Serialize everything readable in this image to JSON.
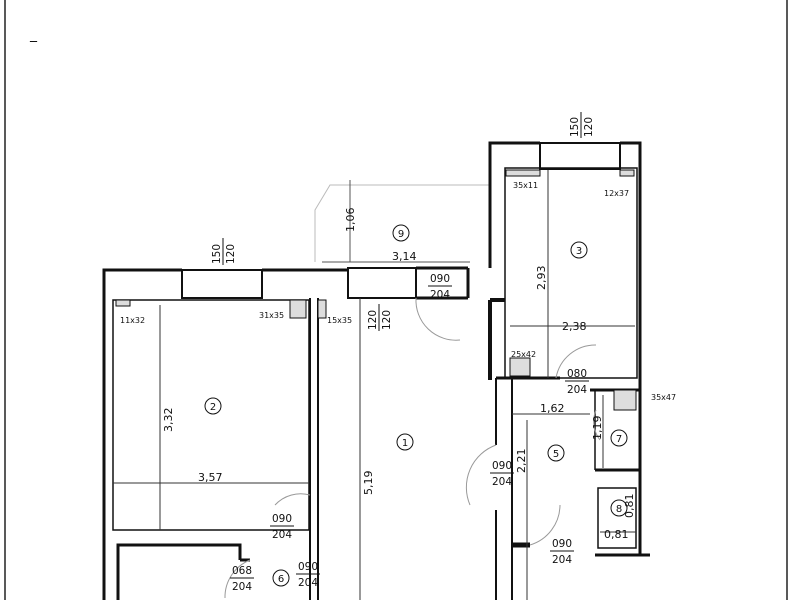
{
  "colors": {
    "wall": "#111111",
    "line": "#333333",
    "arc": "#999999",
    "background": "#ffffff"
  },
  "corner_mark": "‾",
  "rooms": {
    "r1": "1",
    "r2": "2",
    "r3": "3",
    "r5": "5",
    "r6": "6",
    "r7": "7",
    "r8": "8",
    "r9": "9"
  },
  "dimensions": {
    "d_106": "1,06",
    "d_314": "3,14",
    "d_293": "2,93",
    "d_238": "2,38",
    "d_332": "3,32",
    "d_357": "3,57",
    "d_519": "5,19",
    "d_162": "1,62",
    "d_221": "2,21",
    "d_119": "1,19",
    "d_081v": "0,81",
    "d_081h": "0,81"
  },
  "openings": {
    "win_top_a": "150",
    "win_top_b": "120",
    "win_left_a": "150",
    "win_left_b": "120",
    "win_mid_a": "120",
    "win_mid_b": "120",
    "d1_top": "090",
    "d1_bot": "204",
    "d2_top": "080",
    "d2_bot": "204",
    "d3_top": "090",
    "d3_bot": "204",
    "d4_top": "090",
    "d4_bot": "204",
    "d5_top": "090",
    "d5_bot": "204",
    "d6_top": "068",
    "d6_bot": "204",
    "d7_top": "090",
    "d7_bot": "204"
  },
  "columns": {
    "c35x11": "35x11",
    "c12x37": "12x37",
    "c11x32": "11x32",
    "c31x35": "31x35",
    "c15x35": "15x35",
    "c25x42": "25x42",
    "c35x47": "35x47"
  }
}
